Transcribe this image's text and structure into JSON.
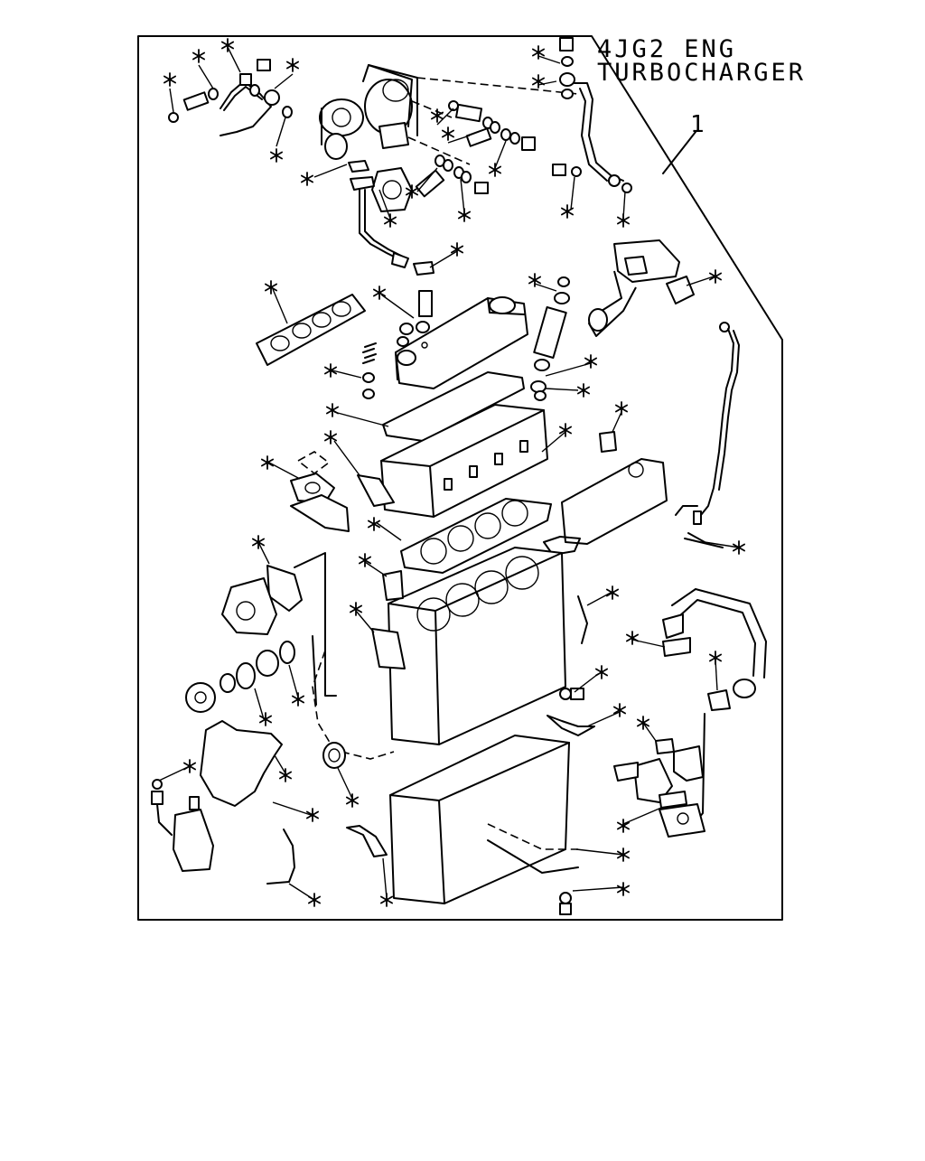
{
  "diagram": {
    "title_lines": [
      "4JG2 ENG",
      "TURBOCHARGER"
    ],
    "ref_number": "1",
    "line_color": "#000000",
    "background": "#ffffff"
  }
}
